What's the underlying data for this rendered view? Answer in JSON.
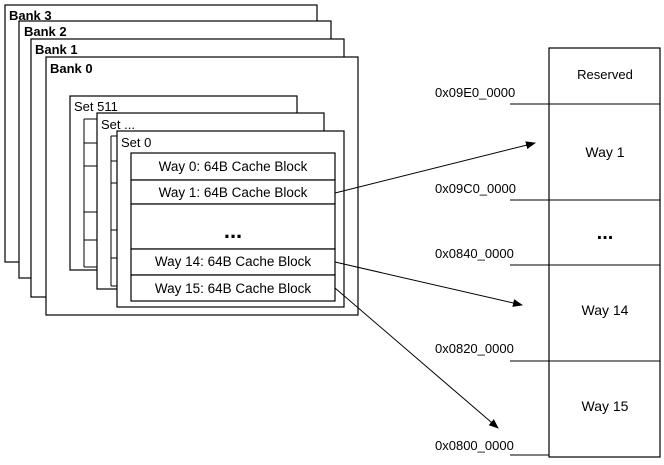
{
  "banks": [
    {
      "label": "Bank 3"
    },
    {
      "label": "Bank 2"
    },
    {
      "label": "Bank 1"
    },
    {
      "label": "Bank 0"
    }
  ],
  "sets": [
    {
      "label": "Set 511"
    },
    {
      "label": "Set ..."
    },
    {
      "label": "Set 0"
    }
  ],
  "blocks": {
    "way0": "Way 0: 64B Cache Block",
    "way1": "Way 1: 64B Cache Block",
    "ellipsis": "...",
    "way14": "Way 14: 64B Cache Block",
    "way15": "Way 15: 64B Cache Block"
  },
  "memory": {
    "rows": [
      {
        "label": "Reserved"
      },
      {
        "label": "Way 1"
      },
      {
        "label": "..."
      },
      {
        "label": "Way 14"
      },
      {
        "label": "Way 15"
      }
    ],
    "addresses": [
      "0x09E0_0000",
      "0x09C0_0000",
      "0x0840_0000",
      "0x0820_0000",
      "0x0800_0000"
    ]
  }
}
